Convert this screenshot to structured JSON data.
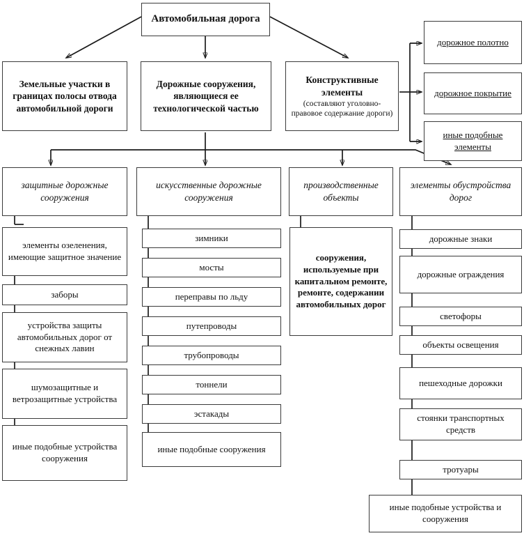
{
  "diagram": {
    "title": "Автомобильная дорога",
    "root": {
      "label": "Автомобильная дорога"
    },
    "level2": [
      {
        "label": "Земельные участки в границах полосы отвода автомобильной дороги"
      },
      {
        "label": "Дорожные сооружения, являющиеся ее технологической частью"
      },
      {
        "label": "Конструктивные элементы",
        "note": "(составляют уголовно-правовое содержание дороги)"
      }
    ],
    "constructive_elements": [
      {
        "label": "дорожное полотно"
      },
      {
        "label": "дорожное покрытие"
      },
      {
        "label": "иные подобные элементы"
      }
    ],
    "categories": [
      {
        "label": "защитные дорожные сооружения"
      },
      {
        "label": "искусственные дорожные сооружения"
      },
      {
        "label": "производственные объекты"
      },
      {
        "label": "элементы обустройства дорог"
      }
    ],
    "column1": [
      {
        "label": "элементы озеленения, имеющие защитное значение"
      },
      {
        "label": "заборы"
      },
      {
        "label": "устройства защиты автомобильных дорог от снежных лавин"
      },
      {
        "label": "шумозащитные и ветрозащитные устройства"
      },
      {
        "label": "иные подобные устройства сооружения"
      }
    ],
    "column2": [
      {
        "label": "зимники"
      },
      {
        "label": "мосты"
      },
      {
        "label": "переправы по льду"
      },
      {
        "label": "путепроводы"
      },
      {
        "label": "трубопроводы"
      },
      {
        "label": "тоннели"
      },
      {
        "label": "эстакады"
      },
      {
        "label": "иные подобные сооружения"
      }
    ],
    "column3": [
      {
        "label": "сооружения, используемые при капитальном ремонте, ремонте, содержании автомобильных дорог"
      }
    ],
    "column4": [
      {
        "label": "дорожные знаки"
      },
      {
        "label": "дорожные ограждения"
      },
      {
        "label": "светофоры"
      },
      {
        "label": "объекты освещения"
      },
      {
        "label": "пешеходные дорожки"
      },
      {
        "label": "стоянки транспортных средств"
      },
      {
        "label": "тротуары"
      }
    ],
    "footer": {
      "label": "иные подобные устройства и сооружения"
    },
    "colors": {
      "border": "#3a3a3a",
      "line": "#1a1a1a",
      "background": "#ffffff",
      "text": "#111111"
    }
  }
}
